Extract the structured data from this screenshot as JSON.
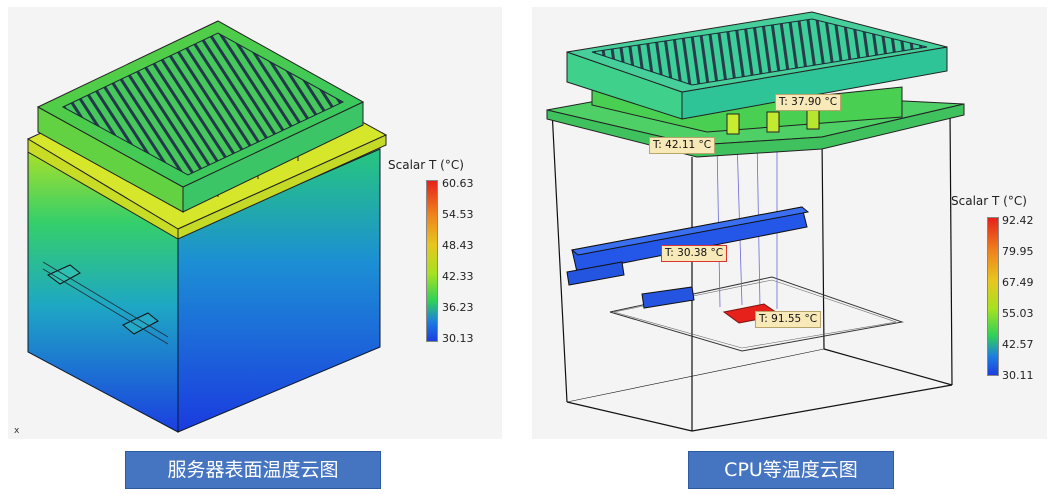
{
  "left_panel": {
    "legend": {
      "title": "Scalar T (°C)",
      "ticks": [
        "60.63",
        "54.53",
        "48.43",
        "42.33",
        "36.23",
        "30.13"
      ]
    },
    "axis_mark": "x",
    "caption": "服务器表面温度云图"
  },
  "right_panel": {
    "legend": {
      "title": "Scalar T (°C)",
      "ticks": [
        "92.42",
        "79.95",
        "67.49",
        "55.03",
        "42.57",
        "30.11"
      ]
    },
    "probes": [
      {
        "label": "T: 37.90 °C"
      },
      {
        "label": "T: 42.11 °C"
      },
      {
        "label": "T: 30.38 °C"
      },
      {
        "label": "T: 91.55 °C"
      }
    ],
    "caption": "CPU等温度云图"
  },
  "colors": {
    "caption_bg": "#4574c1",
    "hot": "#e6211b",
    "cold": "#1b3ee0"
  }
}
